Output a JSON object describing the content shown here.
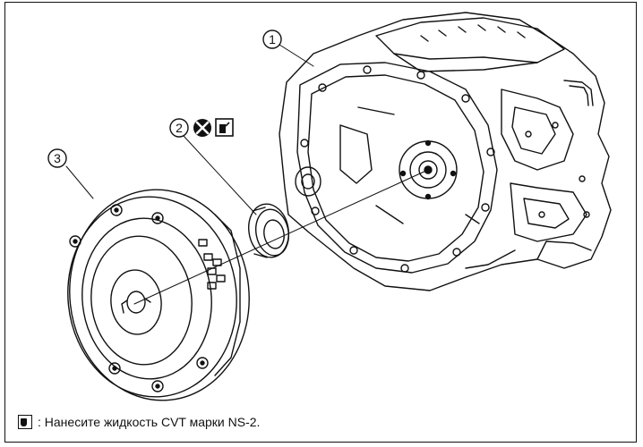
{
  "callouts": [
    "1",
    "2",
    "3"
  ],
  "legend": {
    "icon": "fluid-can-icon",
    "text": ": Нанесите жидкость CVT марки NS-2."
  },
  "part2_icons": [
    "do-not-reuse-icon",
    "fluid-can-icon"
  ]
}
